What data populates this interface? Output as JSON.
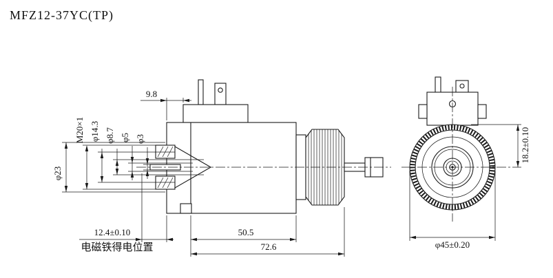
{
  "title": "MFZ12-37YC(TP)",
  "colors": {
    "ink": "#1a1a1a",
    "paper": "#ffffff"
  },
  "side": {
    "dims": {
      "box_offset": "9.8",
      "thread": "M20×1",
      "dia14": "φ14.3",
      "dia87": "φ8.7",
      "dia5": "φ5",
      "dia3": "φ3",
      "dia23": "φ23",
      "stroke": "12.4±0.10",
      "note": "电磁铁得电位置",
      "len_body": "50.5",
      "len_total": "72.6"
    }
  },
  "front": {
    "dims": {
      "offset": "18.2±0.10",
      "dia": "φ45±0.20"
    }
  }
}
